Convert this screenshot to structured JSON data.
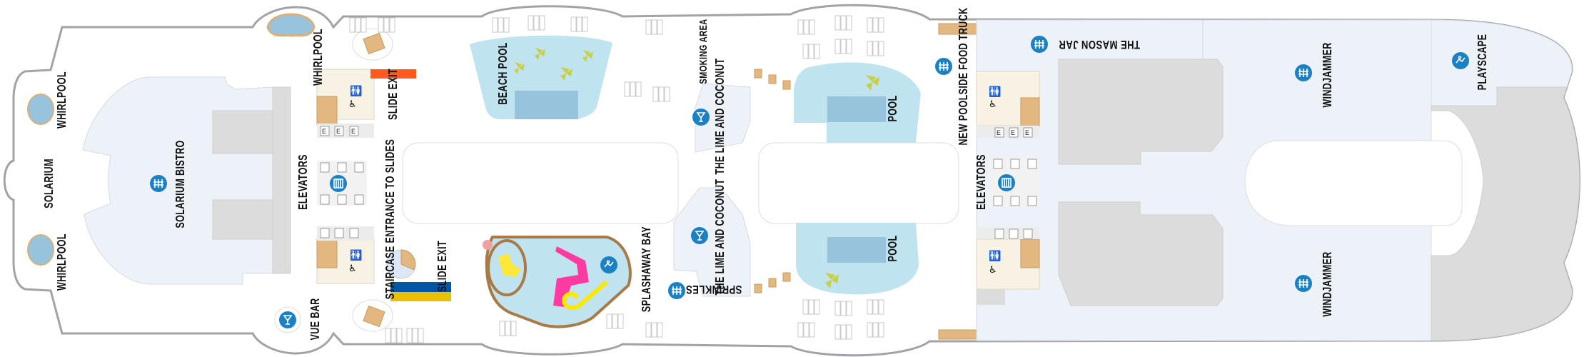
{
  "deck_map": {
    "labels": {
      "whirlpool_top_left": "WHIRLPOOL",
      "whirlpool_bottom_left": "WHIRLPOOL",
      "solarium": "SOLARIUM",
      "solarium_bistro": "SOLARIUM BISTRO",
      "whirlpool_center": "WHIRLPOOL",
      "elevators_fwd": "ELEVATORS",
      "slide_exit_top": "SLIDE EXIT",
      "staircase": "STAIRCASE ENTRANCE TO SLIDES",
      "slide_exit_bottom": "SLIDE EXIT",
      "vue_bar": "VUE BAR",
      "beach_pool": "BEACH POOL",
      "splashaway_bay": "SPLASHAWAY BAY",
      "smoking_area": "SMOKING AREA",
      "lime_coconut_top": "THE LIME AND COCONUT",
      "lime_coconut_bottom": "THE LIME AND COCONUT",
      "sprinkles": "SPRINKLES",
      "pool_top": "POOL",
      "pool_bottom": "POOL",
      "food_truck": "NEW POOLSIDE FOOD TRUCK",
      "elevators_aft": "ELEVATORS",
      "mason_jar": "THE MASON JAR",
      "windjammer_top": "WINDJAMMER",
      "windjammer_bottom": "WINDJAMMER",
      "playscape": "PLAYSCAPE"
    },
    "elevator_letter": "E",
    "icons": [
      "dining-icon",
      "bar-icon",
      "kids-icon",
      "elevator-icon",
      "restroom-icon",
      "accessible-icon"
    ],
    "colors": {
      "icon_blue": "#1b80c4",
      "venue_area": "#edf2f9",
      "pool": "#bfe3ef",
      "pool_deep": "#97c3dc",
      "wood_deck": "#e2b880",
      "slide_orange": "#ff5a1f",
      "slide_blue": "#0057a8",
      "slide_yellow": "#e6c200",
      "splash_pink": "#ff3aa0"
    }
  }
}
